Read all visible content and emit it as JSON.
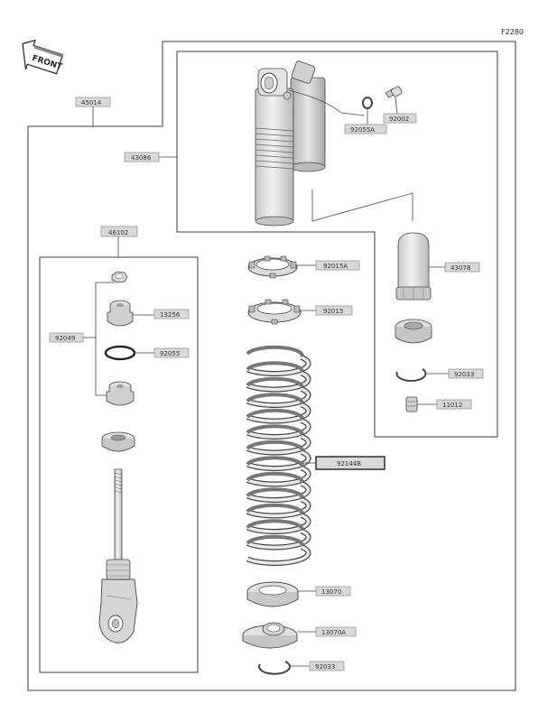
{
  "figure_code": "F2280",
  "front_label": "FRONT",
  "colors": {
    "part_fill": "#dcdcdc",
    "part_shade": "#bdbdbd",
    "line": "#444444",
    "label_box": "#d9d9d9"
  },
  "labels": {
    "assembly_45014": "45014",
    "sub_43086": "43086",
    "part_92055A": "92055A",
    "part_92002": "92002",
    "sub_46102": "46102",
    "part_92049": "92049",
    "part_13256": "13256",
    "part_92055": "92055",
    "part_92015A": "92015A",
    "part_92015": "92015",
    "part_43078": "43078",
    "part_92033_upper": "92033",
    "part_11012": "11012",
    "part_92144B": "92144B",
    "part_13070": "13070",
    "part_13070A": "13070A",
    "part_92033_lower": "92033"
  }
}
